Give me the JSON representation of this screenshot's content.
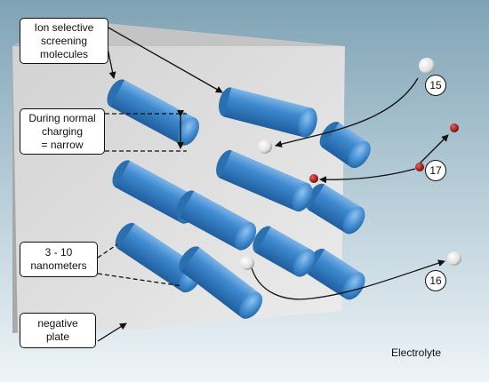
{
  "labels": {
    "ion_selective": "Ion selective\nscreening\nmolecules",
    "during_normal": "During normal\ncharging\n= narrow",
    "nanometers": "3 - 10\nnanometers",
    "negative_plate": "negative\nplate",
    "electrolyte": "Electrolyte"
  },
  "markers": {
    "m15": "15",
    "m16": "16",
    "m17": "17"
  },
  "colors": {
    "background_top": "#7fa3b5",
    "background_bottom": "#eef4f7",
    "plate_face": "#dcdcdc",
    "cylinder_blue": "#3d87c9",
    "ion_white": "#f2f2f2",
    "ion_red": "#a32020"
  }
}
